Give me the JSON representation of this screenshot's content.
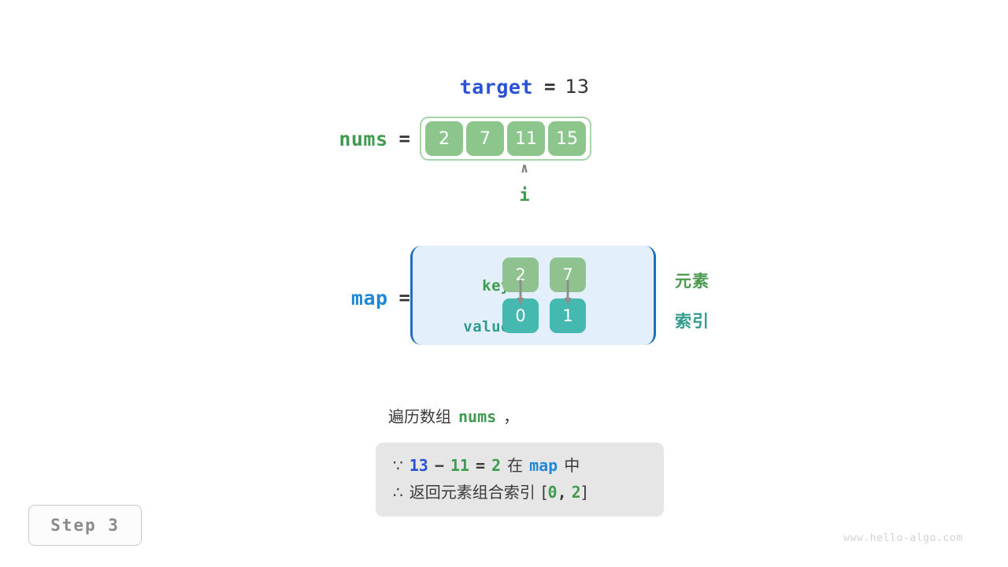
{
  "target": {
    "name": "target",
    "equals": "=",
    "value": "13"
  },
  "nums": {
    "name": "nums",
    "equals": "=",
    "cells": [
      "2",
      "7",
      "11",
      "15"
    ],
    "pointer": {
      "caret": "∧",
      "label": "i",
      "index": 2
    }
  },
  "map": {
    "name": "map",
    "equals": "=",
    "row_labels": {
      "key": "key",
      "value": "value"
    },
    "entries": [
      {
        "key": "2",
        "value": "0"
      },
      {
        "key": "7",
        "value": "1"
      }
    ],
    "captions": {
      "element": "元素",
      "index": "索引"
    }
  },
  "description": {
    "prefix": "遍历数组",
    "code": "nums",
    "suffix": "，",
    "detail": {
      "line1": {
        "symbol": "∵",
        "a": "13",
        "minus": "−",
        "b": "11",
        "eq": "=",
        "c": "2",
        "mid": "在",
        "map": "map",
        "tail": "中"
      },
      "line2": {
        "symbol": "∴",
        "text": "返回元素组合索引",
        "bracket_open": "[",
        "i1": "0",
        "comma": ",",
        "i2": "2",
        "bracket_close": "]"
      }
    }
  },
  "step_badge": "Step 3",
  "watermark": "www.hello-algo.com",
  "colors": {
    "target_blue": "#2b52d4",
    "nums_green": "#3e9b4f",
    "map_blue": "#2089d6",
    "cell_green": "#8cc68c",
    "key_green": "#8fc28f",
    "value_teal": "#45b8b0",
    "map_bg": "#e3f0fb",
    "map_border": "#1f6fbf",
    "detail_bg": "#e6e6e6",
    "arrow_gray": "#8f8f8f"
  }
}
